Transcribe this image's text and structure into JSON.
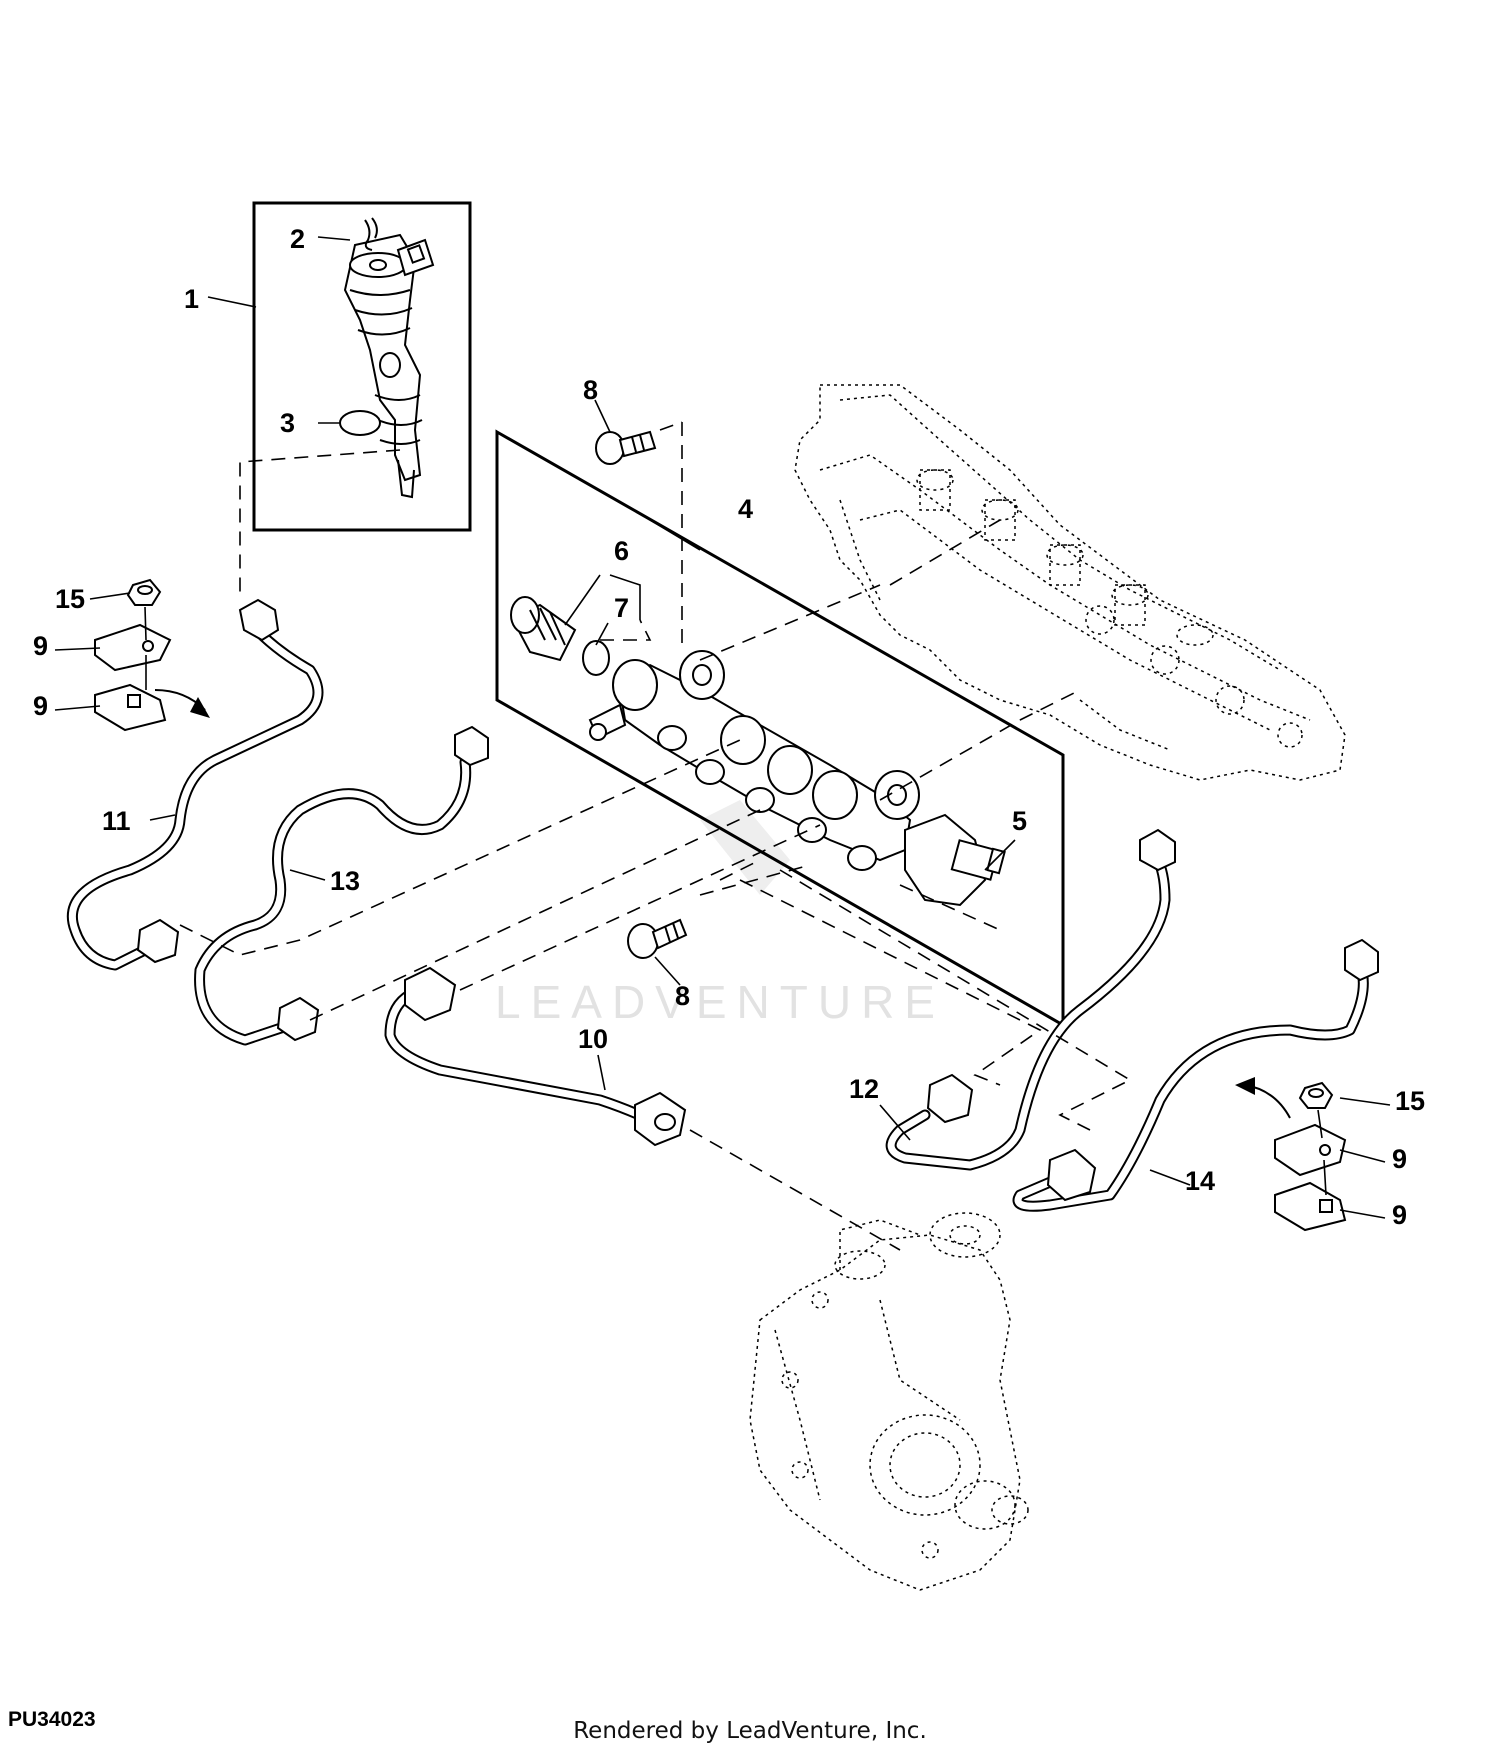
{
  "diagram_id": "PU34023",
  "footer_credit": "Rendered by LeadVenture, Inc.",
  "watermark": "LEADVENTURE",
  "callouts": {
    "c1": "1",
    "c2": "2",
    "c3": "3",
    "c4": "4",
    "c5": "5",
    "c6": "6",
    "c7": "7",
    "c8a": "8",
    "c8b": "8",
    "c9a": "9",
    "c9b": "9",
    "c9c": "9",
    "c9d": "9",
    "c10": "10",
    "c11": "11",
    "c12": "12",
    "c13": "13",
    "c14": "14",
    "c15a": "15",
    "c15b": "15"
  }
}
